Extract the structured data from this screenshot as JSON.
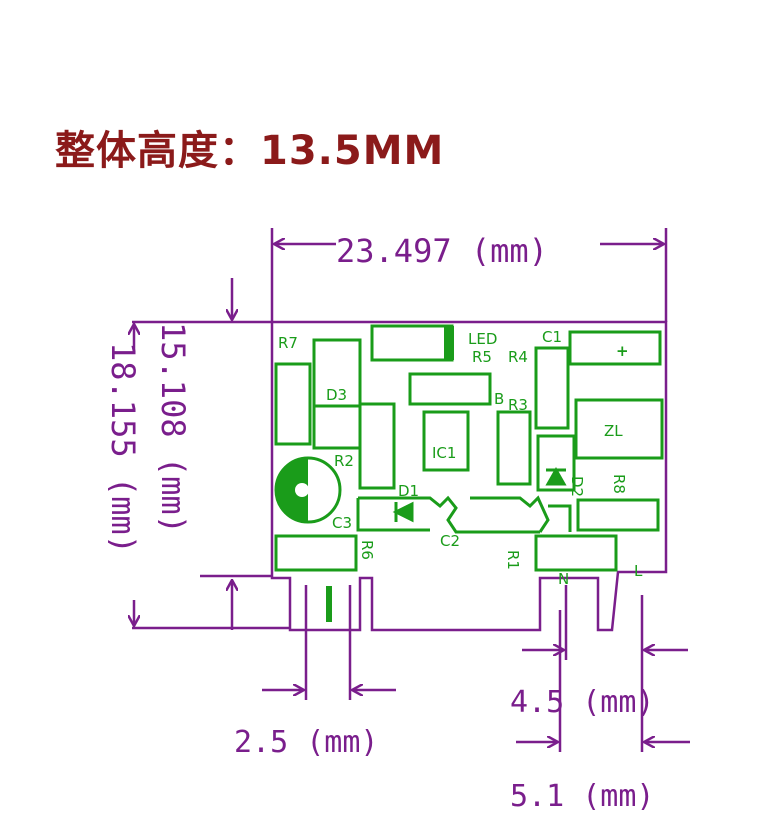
{
  "title": "整体高度：13.5MM",
  "dimensions": {
    "width": "23.497 (mm)",
    "height_inner": "15.108 (mm)",
    "height_outer": "18.155 (mm)",
    "pin_left": "2.5 (mm)",
    "pin_mid": "4.5 (mm)",
    "pin_right": "5.1 (mm)"
  },
  "components": {
    "led": "LED",
    "c1": "C1",
    "r7": "R7",
    "r5": "R5",
    "r4": "R4",
    "d3": "D3",
    "b": "B",
    "r3": "R3",
    "zl": "ZL",
    "r2": "R2",
    "ic1": "IC1",
    "d1": "D1",
    "d2": "D2",
    "r8": "R8",
    "c3": "C3",
    "c2": "C2",
    "r6": "R6",
    "r1": "R1",
    "n": "N",
    "l": "L",
    "plus": "+"
  },
  "colors": {
    "dimension": "#7a1e8c",
    "board": "#1a9c1a",
    "title": "#8b1a1a"
  }
}
